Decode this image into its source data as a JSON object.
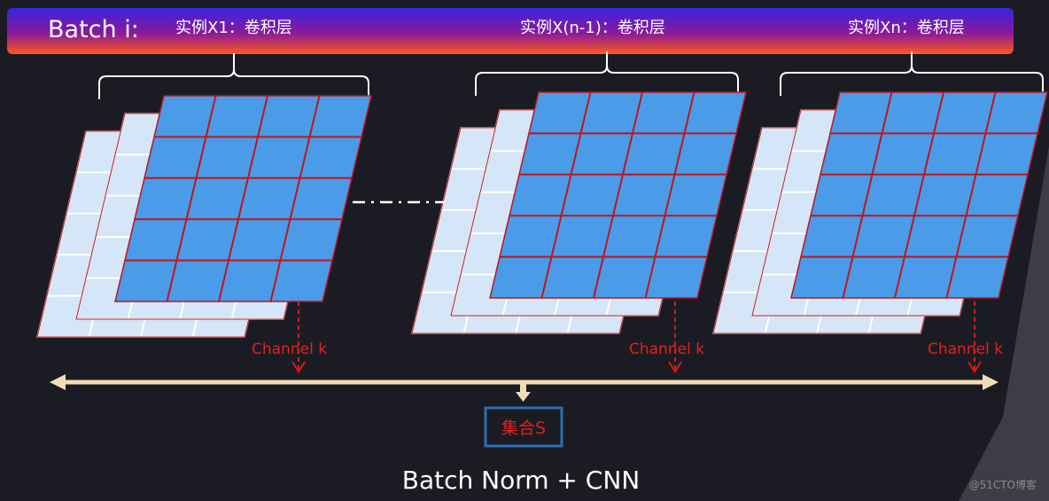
{
  "header": {
    "batch_label": "Batch i:",
    "instances": [
      {
        "label": "实例X1：卷积层"
      },
      {
        "label": "实例X(n-1)：卷积层"
      },
      {
        "label": "实例Xn：卷积层"
      }
    ]
  },
  "channel_label": "Channel k",
  "set_label": "集合S",
  "footer_title": "Batch Norm + CNN",
  "watermark": "@51CTO博客",
  "colors": {
    "background": "#1b1c23",
    "front_layer": "#4a9be8",
    "back_layer": "#d4e6f8",
    "grid_lines": "#c0151c",
    "arrow_line": "#f2dcb8",
    "set_box_border": "#2a6fb4",
    "header_gradient_top": "#3a22e0",
    "header_gradient_bottom": "#ff5a1a"
  }
}
